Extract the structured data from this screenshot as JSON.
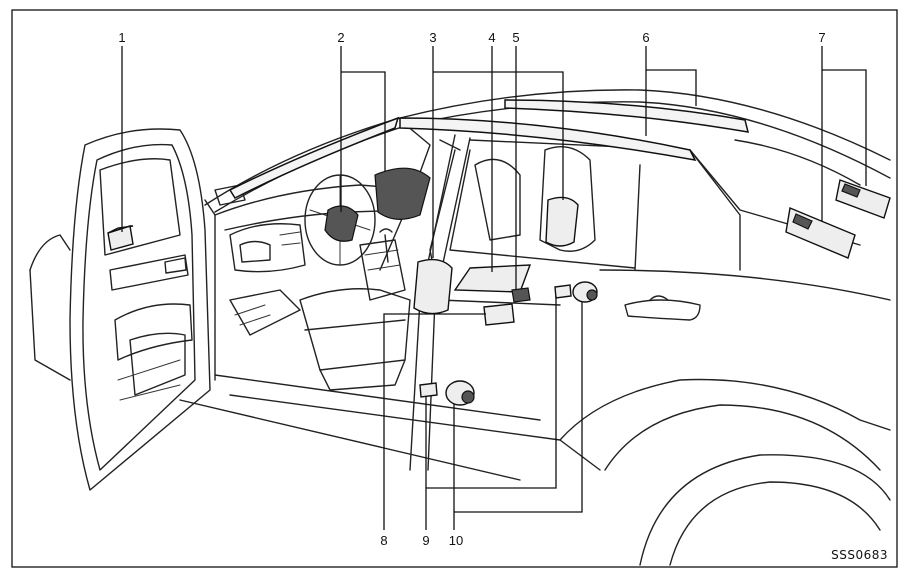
{
  "callouts": {
    "c1": "1",
    "c2": "2",
    "c3": "3",
    "c4": "4",
    "c5": "5",
    "c6": "6",
    "c7": "7",
    "c8": "8",
    "c9": "9",
    "c10": "10"
  },
  "figure_code": "SSS0683"
}
